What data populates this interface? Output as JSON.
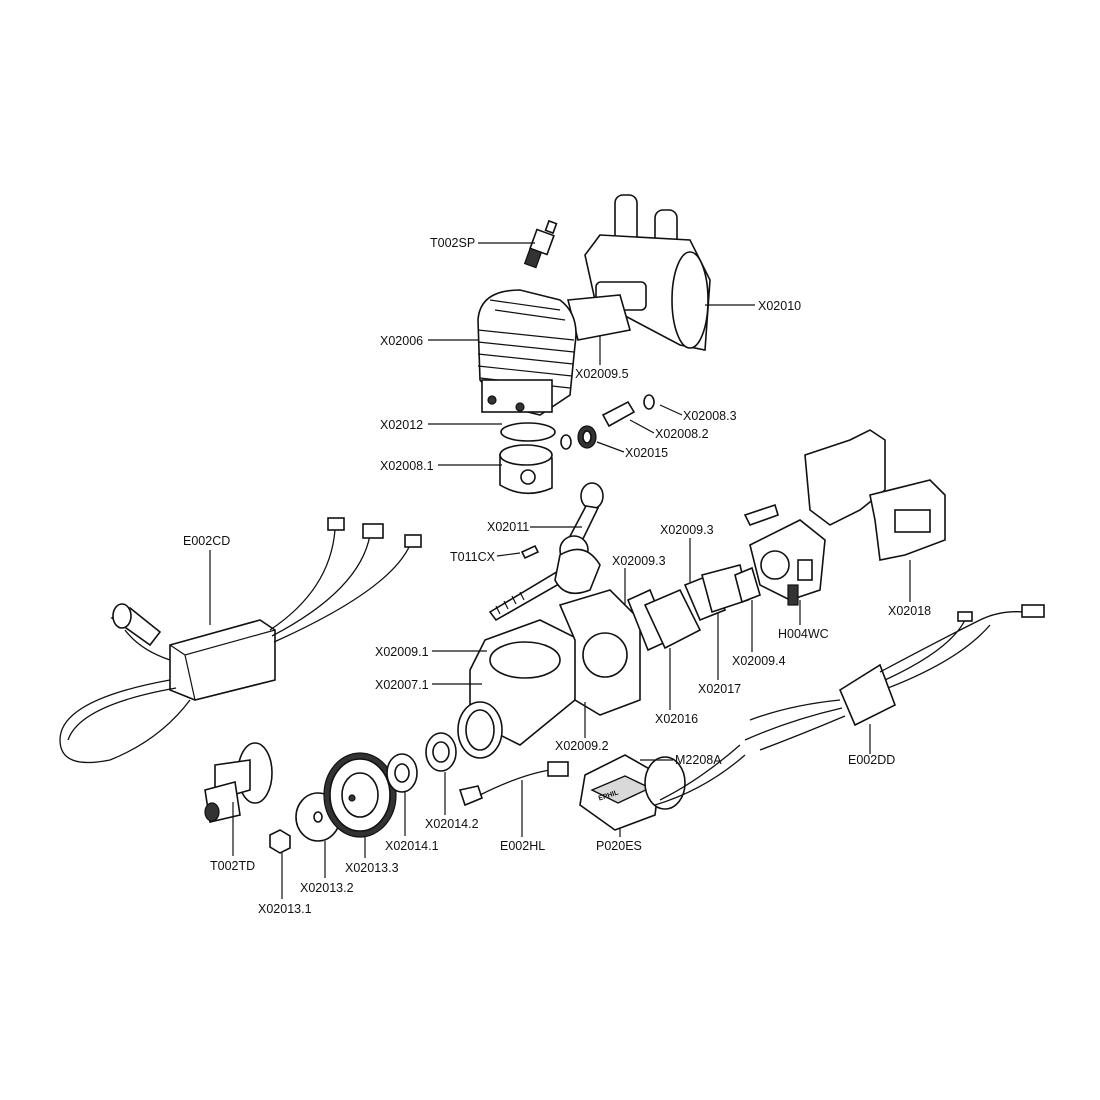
{
  "diagram": {
    "type": "exploded-parts-view",
    "labels": [
      "T002SP",
      "X02010",
      "X02006",
      "X02009.5",
      "X02008.3",
      "X02012",
      "X02008.2",
      "X02015",
      "X02008.1",
      "X02011",
      "E002CD",
      "X02009.3",
      "T011CX",
      "X02009.3",
      "X02018",
      "H004WC",
      "X02009.1",
      "X02017",
      "X02009.4",
      "X02007.1",
      "X02016",
      "X02009.2",
      "M2208A",
      "E002DD",
      "T002TD",
      "X02014.2",
      "X02014.1",
      "E002HL",
      "P020ES",
      "X02013.3",
      "X02013.2",
      "X02013.1"
    ],
    "starter_brand_text": "EPHIL"
  }
}
